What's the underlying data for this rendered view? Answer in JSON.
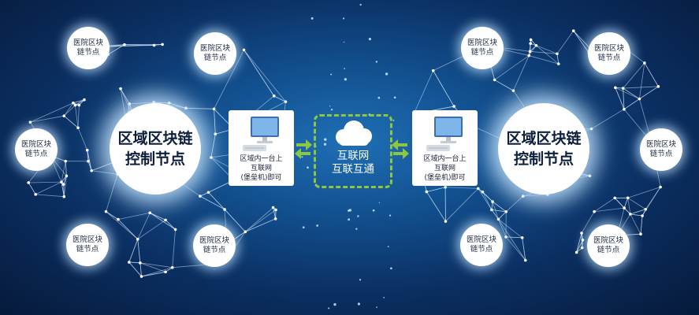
{
  "left_cluster": {
    "core_line1": "区域区块链",
    "core_line2": "控制节点",
    "nodes": [
      {
        "l1": "医院区块",
        "l2": "链节点"
      },
      {
        "l1": "医院区块",
        "l2": "链节点"
      },
      {
        "l1": "医院区块",
        "l2": "链节点"
      },
      {
        "l1": "医院区块",
        "l2": "链节点"
      },
      {
        "l1": "医院区块",
        "l2": "链节点"
      }
    ]
  },
  "right_cluster": {
    "core_line1": "区域区块链",
    "core_line2": "控制节点",
    "nodes": [
      {
        "l1": "医院区块",
        "l2": "链节点"
      },
      {
        "l1": "医院区块",
        "l2": "链节点"
      },
      {
        "l1": "医院区块",
        "l2": "链节点"
      },
      {
        "l1": "医院区块",
        "l2": "链节点"
      },
      {
        "l1": "医院区块",
        "l2": "链节点"
      }
    ]
  },
  "left_terminal": {
    "line1": "区域内一台上",
    "line2": "互联网",
    "line3": "(堡垒机)即可"
  },
  "right_terminal": {
    "line1": "区域内一台上",
    "line2": "互联网",
    "line3": "(堡垒机)即可"
  },
  "internet": {
    "line1": "互联网",
    "line2": "互联互通"
  },
  "colors": {
    "arrow": "#8ec63f",
    "dashed_border": "#8ec63f",
    "background": "#0b2f62",
    "glow": "#bfe3ff"
  }
}
